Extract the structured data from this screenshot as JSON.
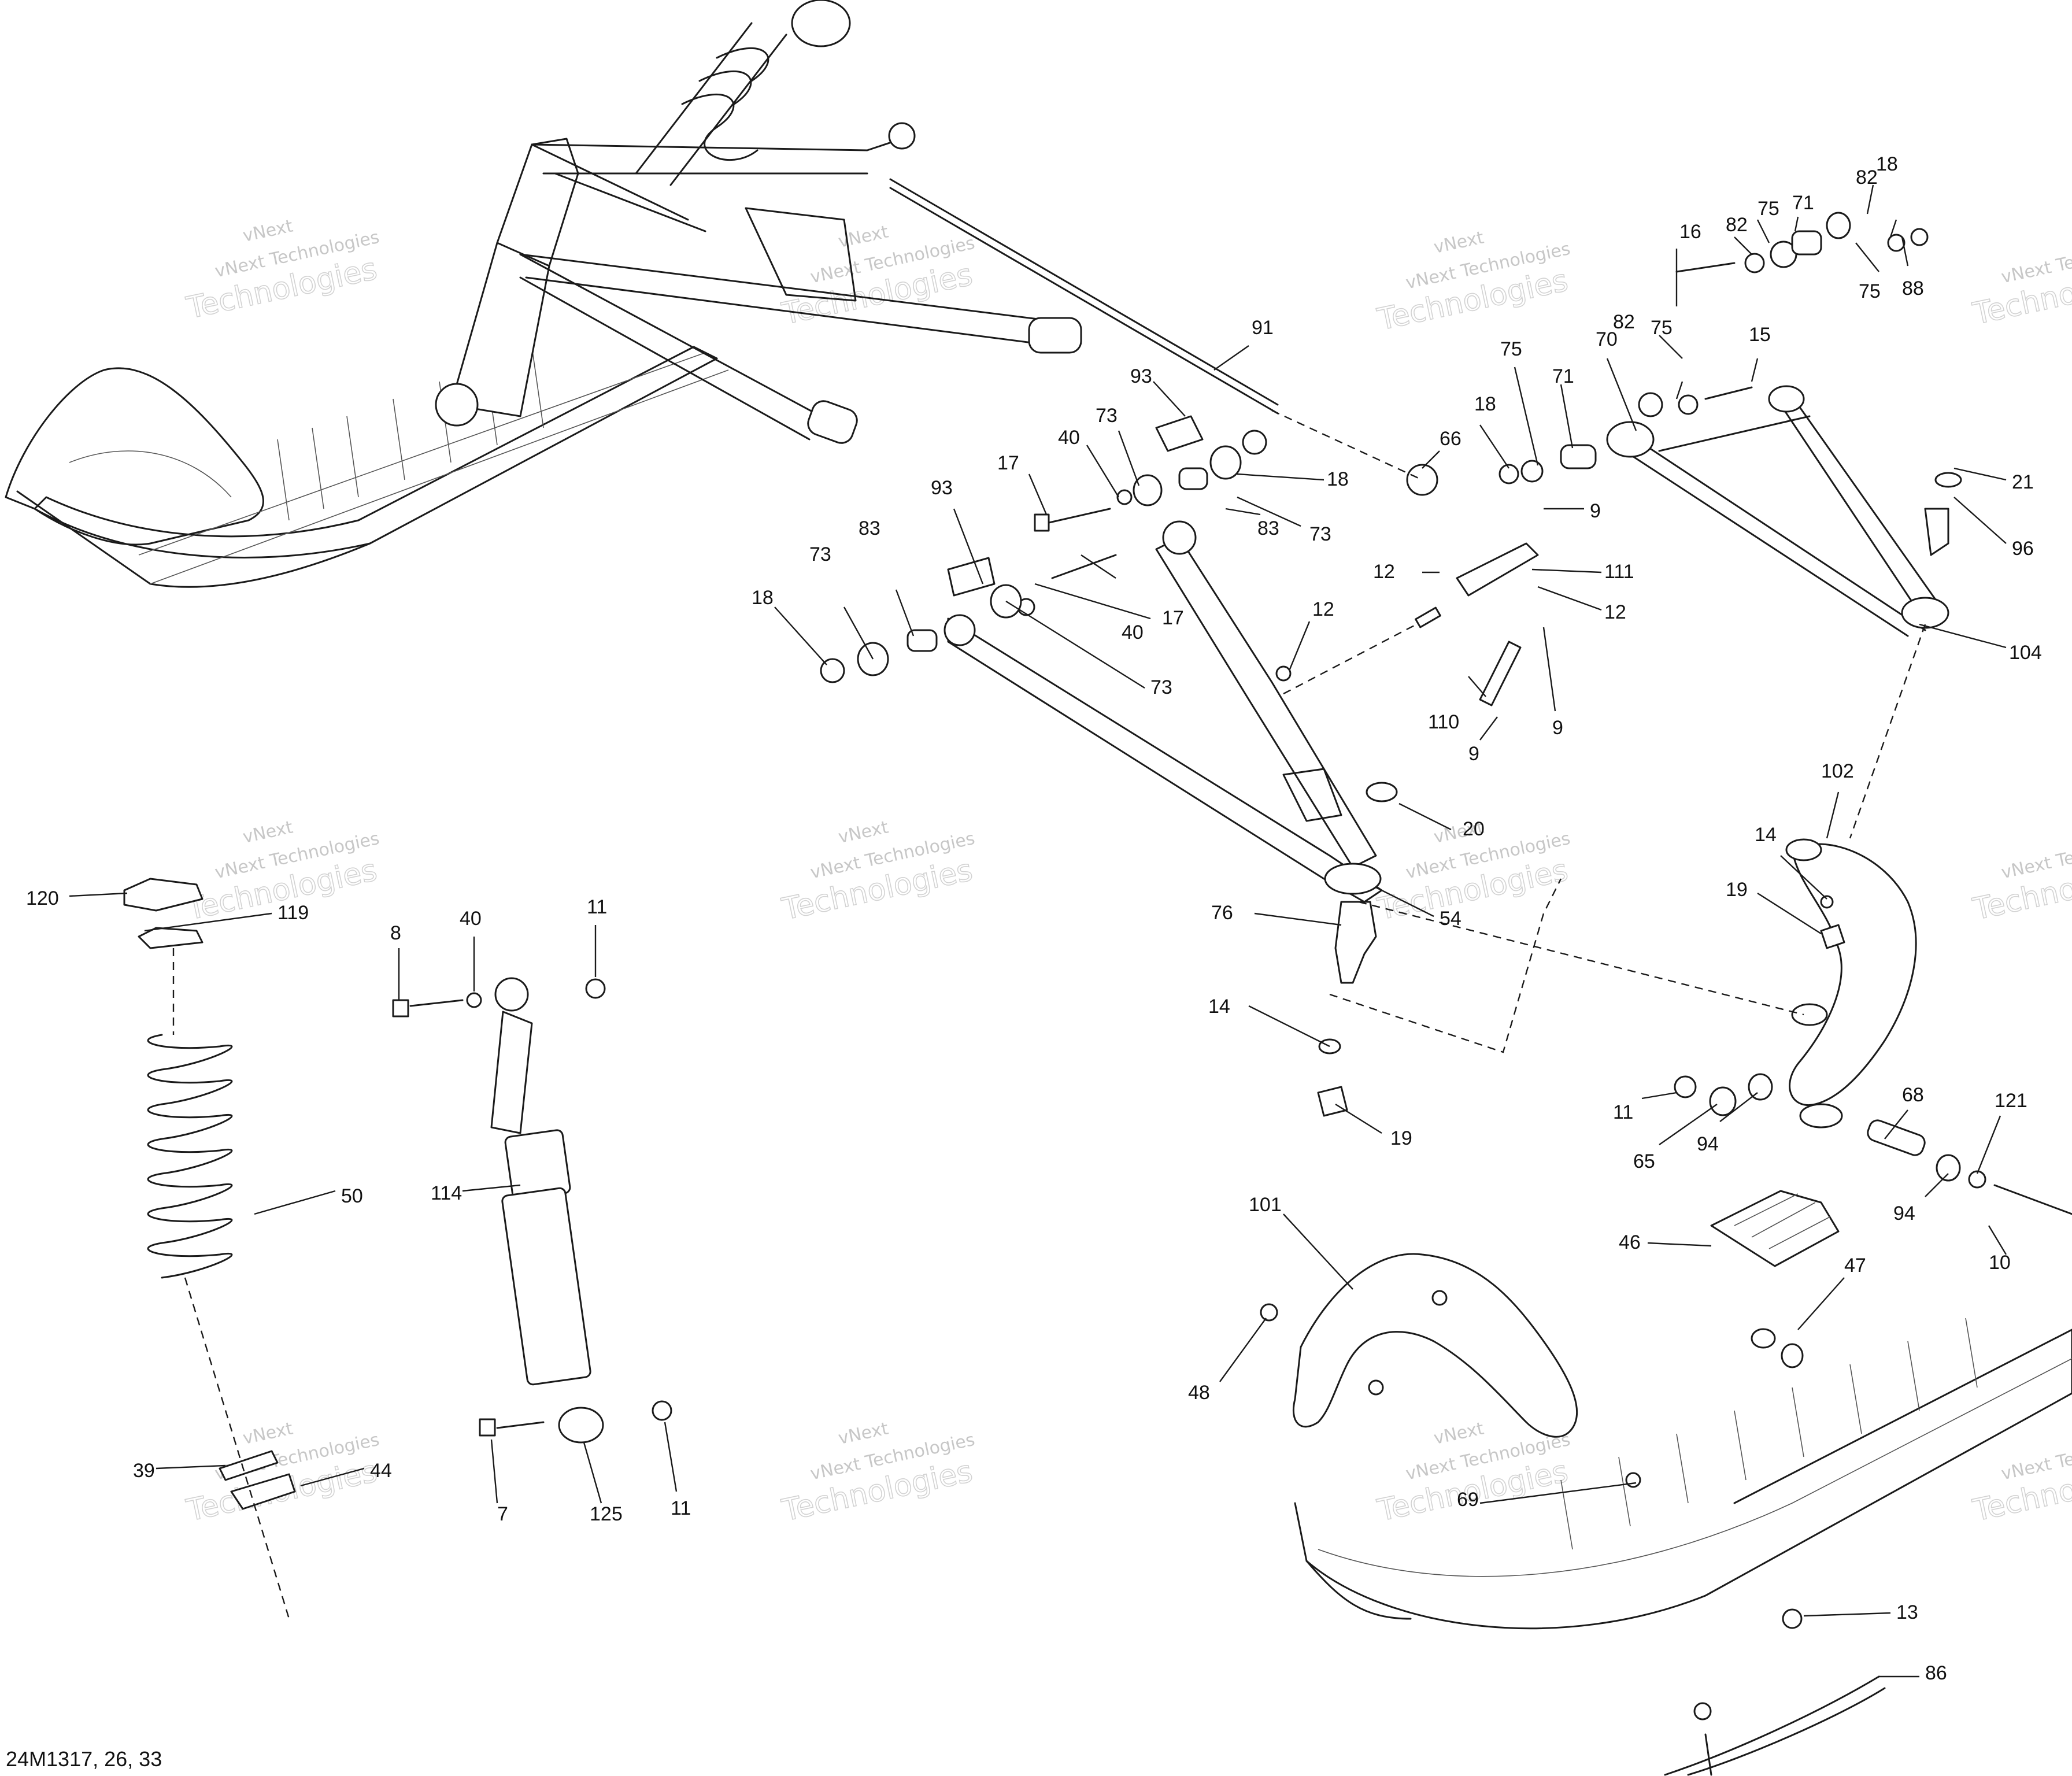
{
  "diagram": {
    "reference": "24M1317, 26, 33",
    "watermark": {
      "line1": "vNext",
      "line2": "vNext Technologies",
      "line3": "Technologies"
    },
    "callouts": [
      {
        "id": "c91",
        "label": "91"
      },
      {
        "id": "c93a",
        "label": "93"
      },
      {
        "id": "c73a",
        "label": "73"
      },
      {
        "id": "c40a",
        "label": "40"
      },
      {
        "id": "c17a",
        "label": "17"
      },
      {
        "id": "c18a",
        "label": "18"
      },
      {
        "id": "c83a",
        "label": "83"
      },
      {
        "id": "c73b",
        "label": "73"
      },
      {
        "id": "c93b",
        "label": "93"
      },
      {
        "id": "c83b",
        "label": "83"
      },
      {
        "id": "c73c",
        "label": "73"
      },
      {
        "id": "c18b",
        "label": "18"
      },
      {
        "id": "c17b",
        "label": "17"
      },
      {
        "id": "c40b",
        "label": "40"
      },
      {
        "id": "c73d",
        "label": "73"
      },
      {
        "id": "c12a",
        "label": "12"
      },
      {
        "id": "c20",
        "label": "20"
      },
      {
        "id": "c76",
        "label": "76"
      },
      {
        "id": "c54",
        "label": "54"
      },
      {
        "id": "c14a",
        "label": "14"
      },
      {
        "id": "c19a",
        "label": "19"
      },
      {
        "id": "c66",
        "label": "66"
      },
      {
        "id": "c18c",
        "label": "18"
      },
      {
        "id": "c75a",
        "label": "75"
      },
      {
        "id": "c71a",
        "label": "71"
      },
      {
        "id": "c70",
        "label": "70"
      },
      {
        "id": "c9a",
        "label": "9"
      },
      {
        "id": "c12b",
        "label": "12"
      },
      {
        "id": "c111",
        "label": "111"
      },
      {
        "id": "c12c",
        "label": "12"
      },
      {
        "id": "c9b",
        "label": "9"
      },
      {
        "id": "c110",
        "label": "110"
      },
      {
        "id": "c9c",
        "label": "9"
      },
      {
        "id": "c16",
        "label": "16"
      },
      {
        "id": "c82a",
        "label": "82"
      },
      {
        "id": "c75b",
        "label": "75"
      },
      {
        "id": "c71b",
        "label": "71"
      },
      {
        "id": "c82b",
        "label": "82"
      },
      {
        "id": "c18d",
        "label": "18"
      },
      {
        "id": "c88",
        "label": "88"
      },
      {
        "id": "c75c",
        "label": "75"
      },
      {
        "id": "c82c",
        "label": "82"
      },
      {
        "id": "c75d",
        "label": "75"
      },
      {
        "id": "c15",
        "label": "15"
      },
      {
        "id": "c21",
        "label": "21"
      },
      {
        "id": "c96",
        "label": "96"
      },
      {
        "id": "c104",
        "label": "104"
      },
      {
        "id": "c102",
        "label": "102"
      },
      {
        "id": "c14b",
        "label": "14"
      },
      {
        "id": "c19b",
        "label": "19"
      },
      {
        "id": "c11a",
        "label": "11"
      },
      {
        "id": "c65",
        "label": "65"
      },
      {
        "id": "c94a",
        "label": "94"
      },
      {
        "id": "c68",
        "label": "68"
      },
      {
        "id": "c121",
        "label": "121"
      },
      {
        "id": "c94b",
        "label": "94"
      },
      {
        "id": "c10",
        "label": "10"
      },
      {
        "id": "c46",
        "label": "46"
      },
      {
        "id": "c101",
        "label": "101"
      },
      {
        "id": "c47",
        "label": "47"
      },
      {
        "id": "c48",
        "label": "48"
      },
      {
        "id": "c69",
        "label": "69"
      },
      {
        "id": "c13",
        "label": "13"
      },
      {
        "id": "c86",
        "label": "86"
      },
      {
        "id": "c120",
        "label": "120"
      },
      {
        "id": "c119",
        "label": "119"
      },
      {
        "id": "c50",
        "label": "50"
      },
      {
        "id": "c39",
        "label": "39"
      },
      {
        "id": "c44",
        "label": "44"
      },
      {
        "id": "c8",
        "label": "8"
      },
      {
        "id": "c40c",
        "label": "40"
      },
      {
        "id": "c11b",
        "label": "11"
      },
      {
        "id": "c114",
        "label": "114"
      },
      {
        "id": "c7",
        "label": "7"
      },
      {
        "id": "c125",
        "label": "125"
      },
      {
        "id": "c11c",
        "label": "11"
      }
    ]
  }
}
